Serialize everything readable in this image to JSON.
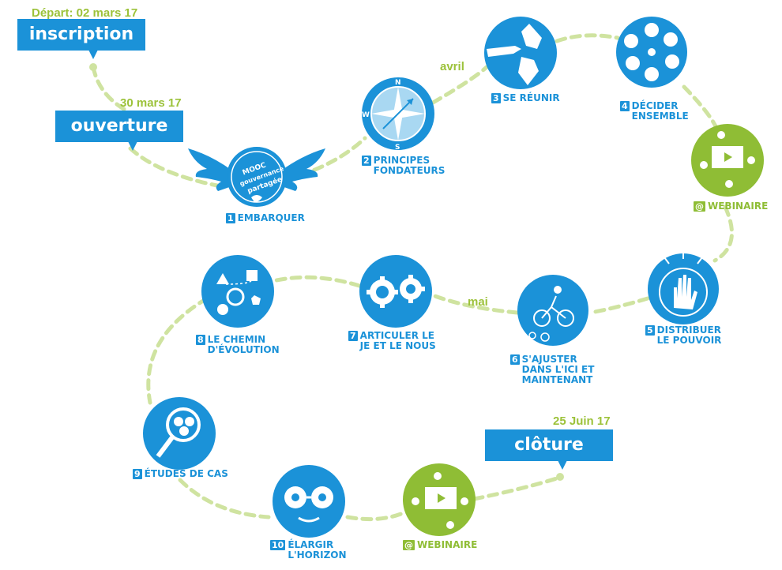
{
  "colors": {
    "blue": "#1b92d8",
    "green": "#8fbd35",
    "path": "#cfe3a0",
    "white": "#ffffff"
  },
  "dates": {
    "depart": "Départ: 02 mars 17",
    "ouverture": "30 mars 17",
    "cloture": "25 Juin 17"
  },
  "months": {
    "avril": "avril",
    "mai": "mai"
  },
  "banners": {
    "inscription": "inscription",
    "ouverture": "ouverture",
    "cloture": "clôture"
  },
  "badge_text": {
    "line1": "MOOC",
    "line2": "gouvernance",
    "line3": "partagée"
  },
  "compass": {
    "n": "N",
    "s": "S",
    "w": "W"
  },
  "steps": [
    {
      "num": "1",
      "lines": [
        "EMBARQUER"
      ],
      "icon": "winged-badge-icon"
    },
    {
      "num": "2",
      "lines": [
        "PRINCIPES",
        "FONDATEURS"
      ],
      "icon": "compass-icon"
    },
    {
      "num": "3",
      "lines": [
        "SE RÉUNIR"
      ],
      "icon": "hands-icon"
    },
    {
      "num": "4",
      "lines": [
        "DÉCIDER",
        "ENSEMBLE"
      ],
      "icon": "speech-bubbles-icon"
    },
    {
      "num": "@",
      "lines": [
        "WEBINAIRE"
      ],
      "icon": "webinar-icon"
    },
    {
      "num": "5",
      "lines": [
        "DISTRIBUER",
        "LE POUVOIR"
      ],
      "icon": "raised-hand-icon"
    },
    {
      "num": "6",
      "lines": [
        "S'AJUSTER",
        "DANS L'ICI ET",
        "MAINTENANT"
      ],
      "icon": "cyclist-icon"
    },
    {
      "num": "7",
      "lines": [
        "ARTICULER LE",
        "JE ET LE NOUS"
      ],
      "icon": "gears-icon"
    },
    {
      "num": "8",
      "lines": [
        "LE CHEMIN",
        "D'ÉVOLUTION"
      ],
      "icon": "shapes-path-icon"
    },
    {
      "num": "9",
      "lines": [
        "ÉTUDES DE CAS"
      ],
      "icon": "magnifier-icon"
    },
    {
      "num": "10",
      "lines": [
        "ÉLARGIR",
        "L'HORIZON"
      ],
      "icon": "glasses-face-icon"
    },
    {
      "num": "@",
      "lines": [
        "WEBINAIRE"
      ],
      "icon": "webinar-icon"
    }
  ]
}
